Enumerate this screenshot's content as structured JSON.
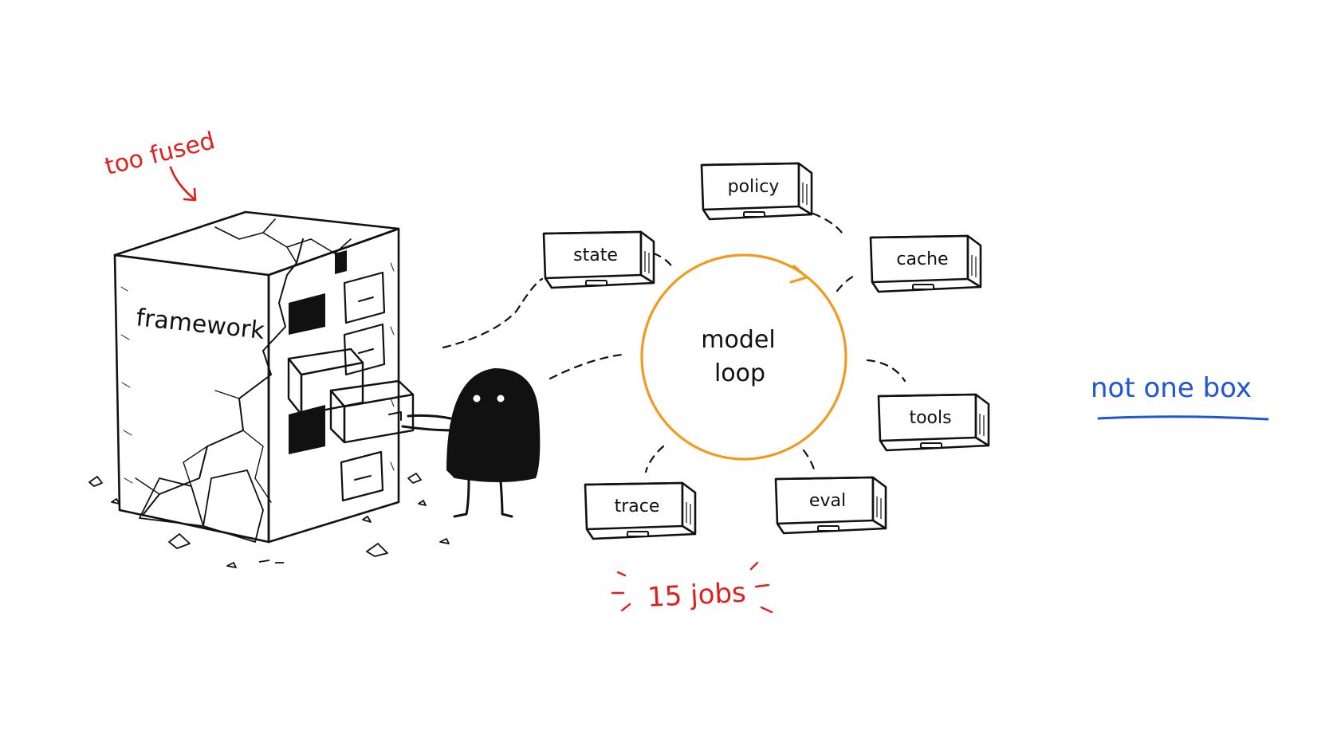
{
  "annotations": {
    "too_fused": "too fused",
    "framework": "framework",
    "model_loop_line1": "model",
    "model_loop_line2": "loop",
    "jobs": "15 jobs",
    "not_one_box": "not one box"
  },
  "modules": [
    "policy",
    "state",
    "cache",
    "tools",
    "eval",
    "trace"
  ],
  "colors": {
    "ink": "#111111",
    "loop": "#f39a1e",
    "red": "#e0201d",
    "blue": "#1f55d6"
  }
}
